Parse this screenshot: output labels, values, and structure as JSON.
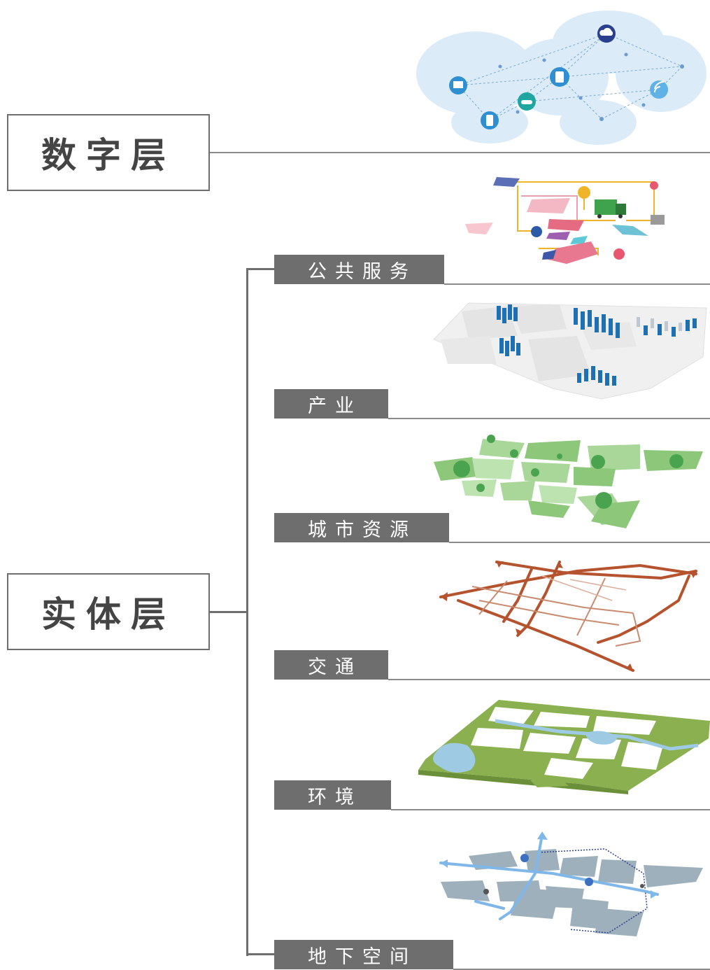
{
  "digital_layer": {
    "title": "数字层"
  },
  "physical_layer": {
    "title": "实体层",
    "sublayers": [
      {
        "label": "公共服务"
      },
      {
        "label": "产业"
      },
      {
        "label": "城市资源"
      },
      {
        "label": "交通"
      },
      {
        "label": "环境"
      },
      {
        "label": "地下空间"
      }
    ]
  },
  "colors": {
    "frame": "#6e6e6e",
    "label_bg": "#6e6e6e",
    "label_text": "#ffffff",
    "digital_blue": "#2f8fd0",
    "industry_blue": "#1f6fb3",
    "resource_green": "#7fbf6a",
    "traffic_brown": "#b5532f",
    "environment_green": "#8ab04f",
    "water_blue": "#9ecbe3",
    "underground_gray": "#9eb0bb",
    "underground_arrow": "#7fb8e8"
  }
}
